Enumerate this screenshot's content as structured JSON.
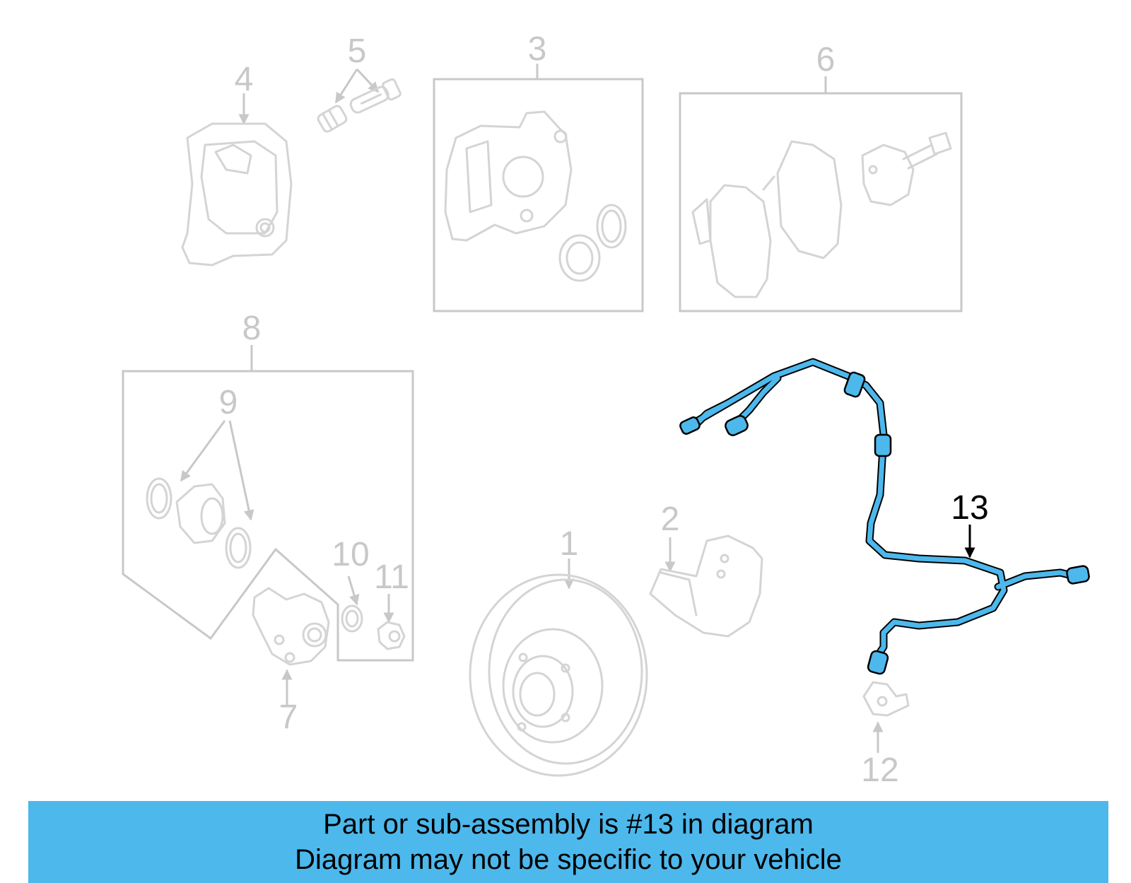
{
  "diagram": {
    "highlight_color": "#4db8ec",
    "faded_color": "#c8c8c8",
    "highlighted_callout": "13",
    "callouts": {
      "c1": "1",
      "c2": "2",
      "c3": "3",
      "c4": "4",
      "c5": "5",
      "c6": "6",
      "c7": "7",
      "c8": "8",
      "c9": "9",
      "c10": "10",
      "c11": "11",
      "c12": "12",
      "c13": "13"
    }
  },
  "banner": {
    "background": "#4db8ec",
    "line1": "Part or sub-assembly is #13 in diagram",
    "line2": "Diagram may not be specific to your vehicle"
  }
}
